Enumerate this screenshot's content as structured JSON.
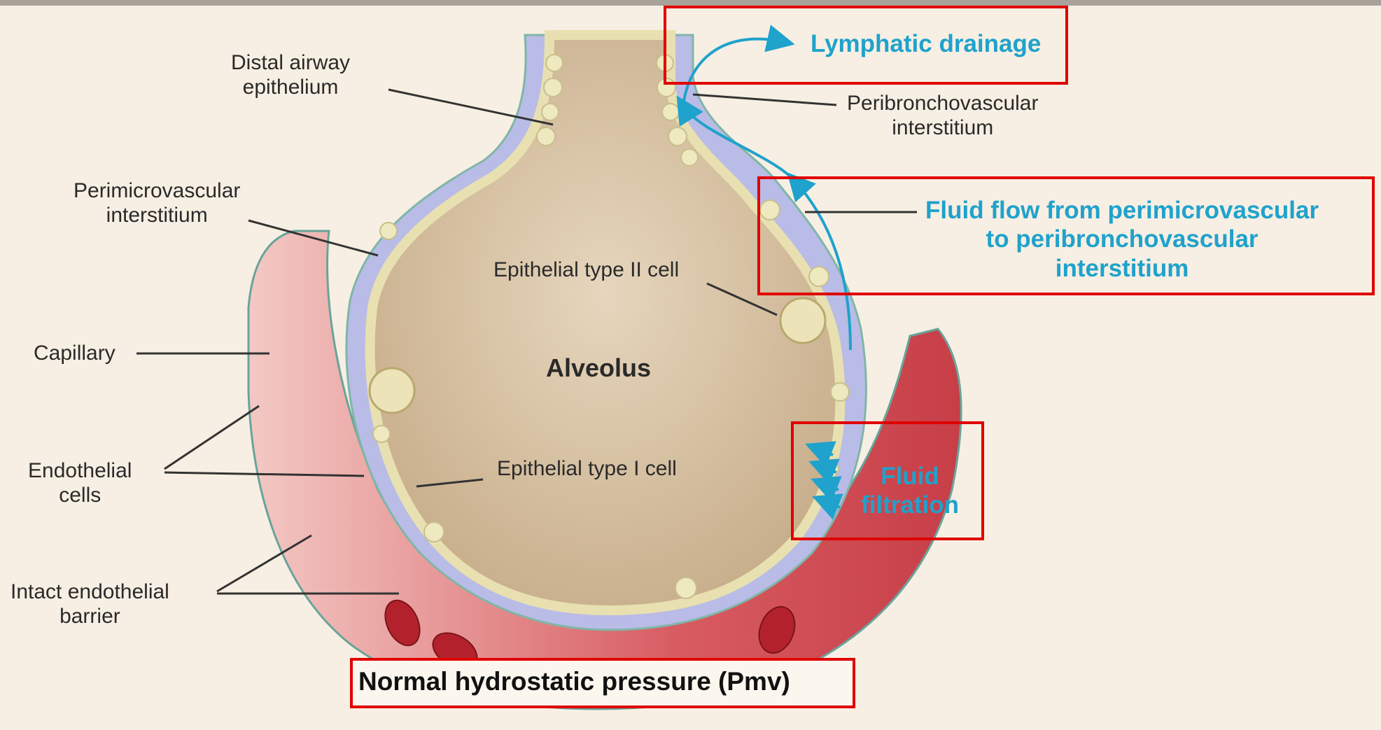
{
  "labels": {
    "distal_airway": [
      "Distal airway",
      "epithelium"
    ],
    "peribronchovascular": [
      "Peribronchovascular",
      "interstitium"
    ],
    "perimicrovascular": [
      "Perimicrovascular",
      "interstitium"
    ],
    "epithelial_type_2": "Epithelial type II cell",
    "capillary": "Capillary",
    "alveolus": "Alveolus",
    "endothelial_cells": [
      "Endothelial",
      "cells"
    ],
    "epithelial_type_1": "Epithelial type I cell",
    "intact_barrier": [
      "Intact endothelial",
      "barrier"
    ]
  },
  "highlights": {
    "lymphatic_drainage": "Lymphatic drainage",
    "fluid_flow": [
      "Fluid flow from perimicrovascular",
      "to peribronchovascular",
      "interstitium"
    ],
    "fluid_filtration": [
      "Fluid",
      "filtration"
    ],
    "hydrostatic_pressure": "Normal hydrostatic pressure (Pmv)"
  },
  "colors": {
    "background": "#f7efe3",
    "alveolus_fill": "#d6c3a6",
    "interstitium": "#b9bce6",
    "capillary": "#d5535a",
    "epithelium": "#efe9bf",
    "flow_arrow": "#1fa2cc",
    "highlight_box": "#e00000"
  }
}
